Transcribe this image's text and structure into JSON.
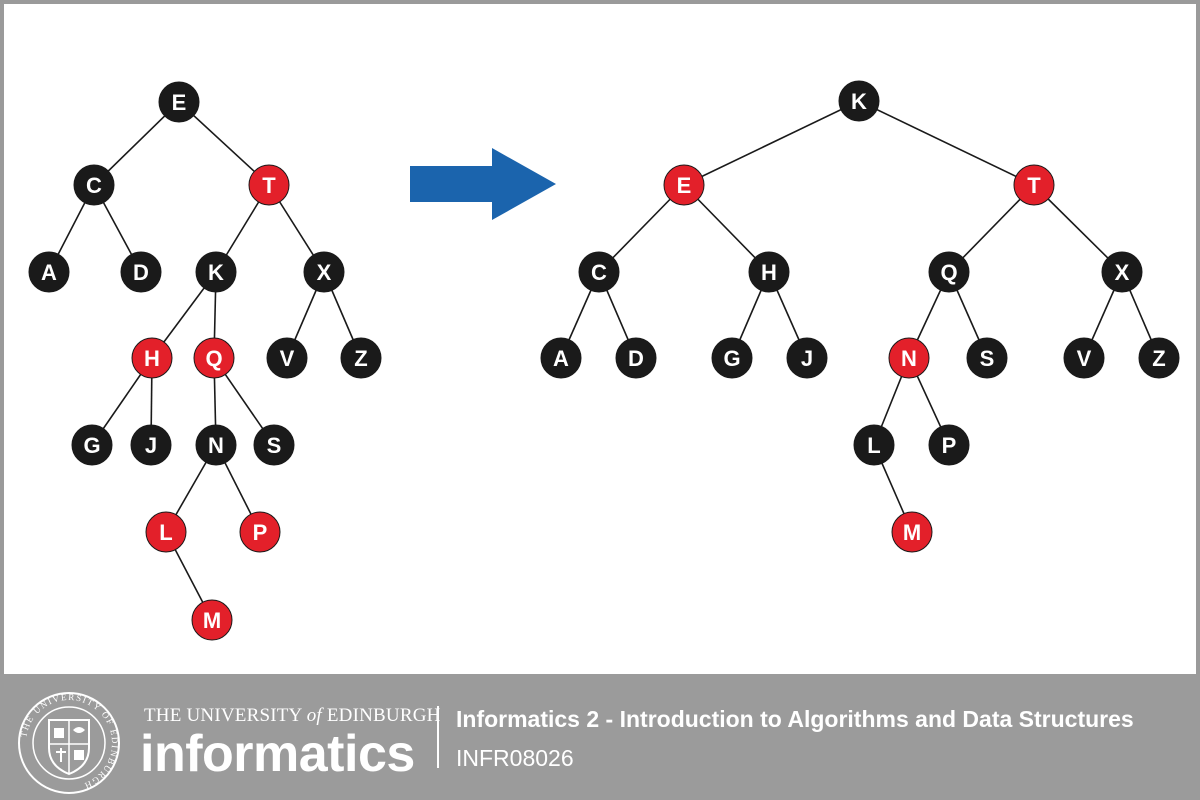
{
  "colors": {
    "black_node": "#1a1a1a",
    "red_node": "#e3202a",
    "arrow": "#1b64ad",
    "footer_bg": "#9b9b9b"
  },
  "diagram": {
    "left_tree": {
      "nodes": [
        {
          "id": "E",
          "label": "E",
          "color": "black"
        },
        {
          "id": "C",
          "label": "C",
          "color": "black"
        },
        {
          "id": "T",
          "label": "T",
          "color": "red"
        },
        {
          "id": "A",
          "label": "A",
          "color": "black"
        },
        {
          "id": "D",
          "label": "D",
          "color": "black"
        },
        {
          "id": "K",
          "label": "K",
          "color": "black"
        },
        {
          "id": "X",
          "label": "X",
          "color": "black"
        },
        {
          "id": "H",
          "label": "H",
          "color": "red"
        },
        {
          "id": "Q",
          "label": "Q",
          "color": "red"
        },
        {
          "id": "V",
          "label": "V",
          "color": "black"
        },
        {
          "id": "Z",
          "label": "Z",
          "color": "black"
        },
        {
          "id": "G",
          "label": "G",
          "color": "black"
        },
        {
          "id": "J",
          "label": "J",
          "color": "black"
        },
        {
          "id": "N",
          "label": "N",
          "color": "black"
        },
        {
          "id": "S",
          "label": "S",
          "color": "black"
        },
        {
          "id": "L",
          "label": "L",
          "color": "red"
        },
        {
          "id": "P",
          "label": "P",
          "color": "red"
        },
        {
          "id": "M",
          "label": "M",
          "color": "red"
        }
      ],
      "edges": [
        [
          "E",
          "C"
        ],
        [
          "E",
          "T"
        ],
        [
          "C",
          "A"
        ],
        [
          "C",
          "D"
        ],
        [
          "T",
          "K"
        ],
        [
          "T",
          "X"
        ],
        [
          "K",
          "H"
        ],
        [
          "K",
          "Q"
        ],
        [
          "X",
          "V"
        ],
        [
          "X",
          "Z"
        ],
        [
          "H",
          "G"
        ],
        [
          "H",
          "J"
        ],
        [
          "Q",
          "N"
        ],
        [
          "Q",
          "S"
        ],
        [
          "N",
          "L"
        ],
        [
          "N",
          "P"
        ],
        [
          "L",
          "M"
        ]
      ]
    },
    "right_tree": {
      "nodes": [
        {
          "id": "K",
          "label": "K",
          "color": "black"
        },
        {
          "id": "E",
          "label": "E",
          "color": "red"
        },
        {
          "id": "T",
          "label": "T",
          "color": "red"
        },
        {
          "id": "C",
          "label": "C",
          "color": "black"
        },
        {
          "id": "H",
          "label": "H",
          "color": "black"
        },
        {
          "id": "Q",
          "label": "Q",
          "color": "black"
        },
        {
          "id": "X",
          "label": "X",
          "color": "black"
        },
        {
          "id": "A",
          "label": "A",
          "color": "black"
        },
        {
          "id": "D",
          "label": "D",
          "color": "black"
        },
        {
          "id": "G",
          "label": "G",
          "color": "black"
        },
        {
          "id": "J",
          "label": "J",
          "color": "black"
        },
        {
          "id": "N",
          "label": "N",
          "color": "red"
        },
        {
          "id": "S",
          "label": "S",
          "color": "black"
        },
        {
          "id": "V",
          "label": "V",
          "color": "black"
        },
        {
          "id": "Z",
          "label": "Z",
          "color": "black"
        },
        {
          "id": "L",
          "label": "L",
          "color": "black"
        },
        {
          "id": "P",
          "label": "P",
          "color": "black"
        },
        {
          "id": "M",
          "label": "M",
          "color": "red"
        }
      ],
      "edges": [
        [
          "K",
          "E"
        ],
        [
          "K",
          "T"
        ],
        [
          "E",
          "C"
        ],
        [
          "E",
          "H"
        ],
        [
          "T",
          "Q"
        ],
        [
          "T",
          "X"
        ],
        [
          "C",
          "A"
        ],
        [
          "C",
          "D"
        ],
        [
          "H",
          "G"
        ],
        [
          "H",
          "J"
        ],
        [
          "Q",
          "N"
        ],
        [
          "Q",
          "S"
        ],
        [
          "X",
          "V"
        ],
        [
          "X",
          "Z"
        ],
        [
          "N",
          "L"
        ],
        [
          "N",
          "P"
        ],
        [
          "L",
          "M"
        ]
      ]
    }
  },
  "footer": {
    "university": "THE UNIVERSITY",
    "university_of": "of",
    "university_city": "EDINBURGH",
    "school": "informatics",
    "course_title": "Informatics 2 - Introduction to Algorithms and Data Structures",
    "course_code": "INFR08026",
    "crest_ring_text": "THE UNIVERSITY OF EDINBURGH"
  }
}
